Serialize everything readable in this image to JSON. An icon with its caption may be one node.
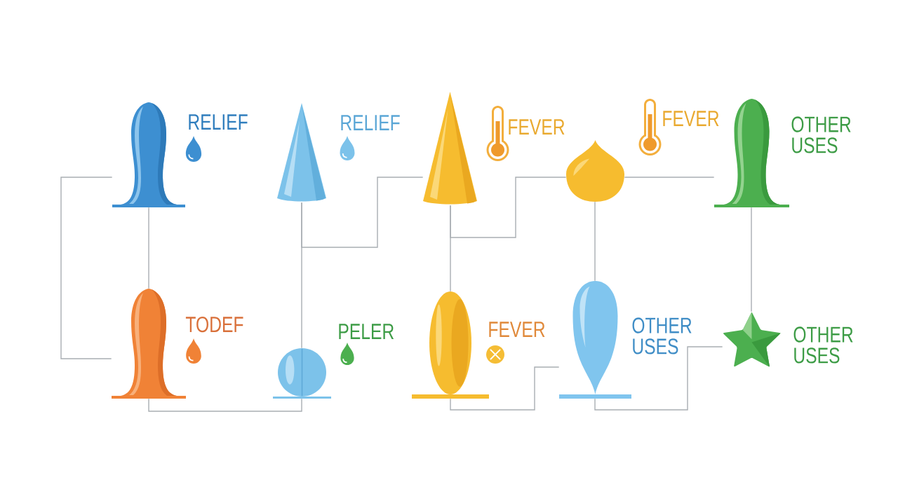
{
  "diagram": {
    "nodes": [
      {
        "text": [],
        "shape": "bullet",
        "beside": [
          "RELIEF"
        ]
      },
      {
        "text": [],
        "shape": "cone",
        "beside": [
          "RELIEF"
        ]
      },
      {
        "text": [],
        "shape": "cone"
      },
      {
        "text": [],
        "shape": "drop"
      },
      {
        "text": [],
        "shape": "bullet",
        "beside": [
          "OTHER USES"
        ]
      },
      {
        "text": [],
        "shape": "bullet",
        "beside": [
          "TODEF"
        ]
      },
      {
        "text": [],
        "shape": "sphere",
        "beside": [
          "PELER"
        ]
      },
      {
        "text": [],
        "shape": "ellipse",
        "beside": [
          "FEVER"
        ]
      },
      {
        "text": [],
        "shape": "teardrop",
        "beside": [
          "OTHER USES"
        ]
      },
      {
        "text": [],
        "shape": "star",
        "beside": [
          "OTHER USES"
        ]
      }
    ],
    "edges": [
      {
        "from": 0,
        "to": 5,
        "arrow": "none"
      },
      {
        "from": 0,
        "to": 5,
        "arrow": "none"
      },
      {
        "from": 1,
        "to": 2,
        "arrow": "none"
      },
      {
        "from": 1,
        "to": 6,
        "arrow": "none"
      },
      {
        "from": 2,
        "to": 3,
        "arrow": "none"
      },
      {
        "from": 2,
        "to": 7,
        "arrow": "none"
      },
      {
        "from": 3,
        "to": 4,
        "arrow": "none"
      },
      {
        "from": 3,
        "to": 8,
        "arrow": "none"
      },
      {
        "from": 4,
        "to": 9,
        "arrow": "none"
      },
      {
        "from": 5,
        "to": 6,
        "arrow": "none"
      },
      {
        "from": 7,
        "to": 8,
        "arrow": "none"
      },
      {
        "from": 8,
        "to": 9,
        "arrow": "none"
      }
    ],
    "labels": [
      "FEVER",
      "FEVER"
    ]
  }
}
